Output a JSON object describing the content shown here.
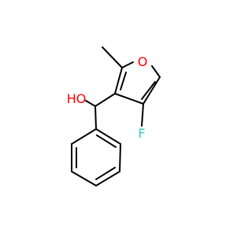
{
  "molecule": {
    "atoms": {
      "oxygen_ring": "O",
      "hydroxyl": "HO",
      "fluorine": "F"
    },
    "colors": {
      "bond": "#000000",
      "oxygen": "#ff0000",
      "fluorine": "#33cccc"
    }
  }
}
